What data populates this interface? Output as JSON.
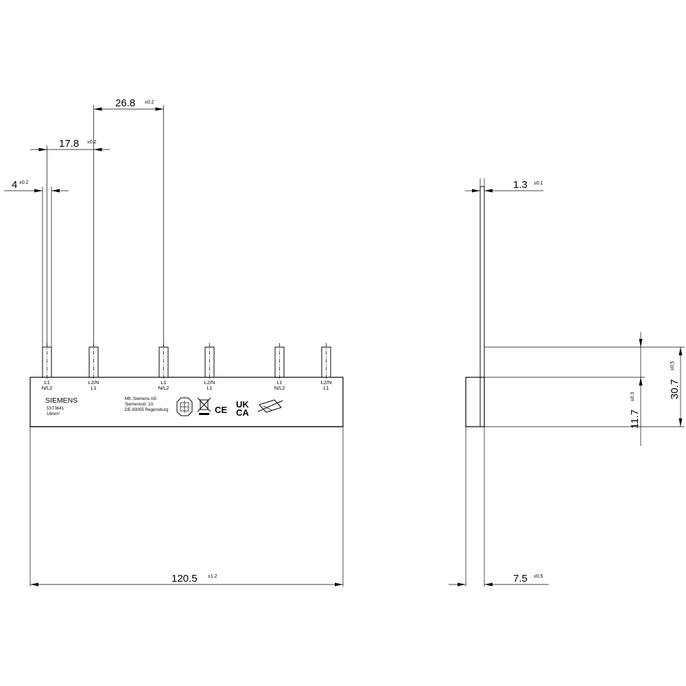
{
  "dimensions": {
    "d_4": {
      "value": "4",
      "tol": "±0.2"
    },
    "d_17_8": {
      "value": "17.8",
      "tol": "±0.2"
    },
    "d_26_8": {
      "value": "26.8",
      "tol": "±0.2"
    },
    "d_120_5": {
      "value": "120.5",
      "tol": "±1.2"
    },
    "d_1_3": {
      "value": "1.3",
      "tol": "±0.1"
    },
    "d_7_5": {
      "value": "7.5",
      "tol": "±0.5"
    },
    "d_11_7": {
      "value": "11.7",
      "tol": "±0.3"
    },
    "d_30_7": {
      "value": "30.7",
      "tol": "±0.5"
    }
  },
  "terminals": [
    {
      "top": "L1",
      "bottom": "N/L2"
    },
    {
      "top": "L2/N",
      "bottom": "L1"
    },
    {
      "top": "L1",
      "bottom": "N/L2"
    },
    {
      "top": "L2/N",
      "bottom": "L1"
    },
    {
      "top": "L1",
      "bottom": "N/L2"
    },
    {
      "top": "L2/N",
      "bottom": "L1"
    }
  ],
  "label": {
    "brand": "SIEMENS",
    "part_number": "5ST3641",
    "cross_section": "16mm²",
    "manufacturer": [
      "Mfr.:Siemens AG",
      "Siemensstr. 10,",
      "DE-93055 Regensburg"
    ],
    "marks": {
      "ce": "CE",
      "uk_top": "UK",
      "uk_bottom": "CA"
    }
  }
}
